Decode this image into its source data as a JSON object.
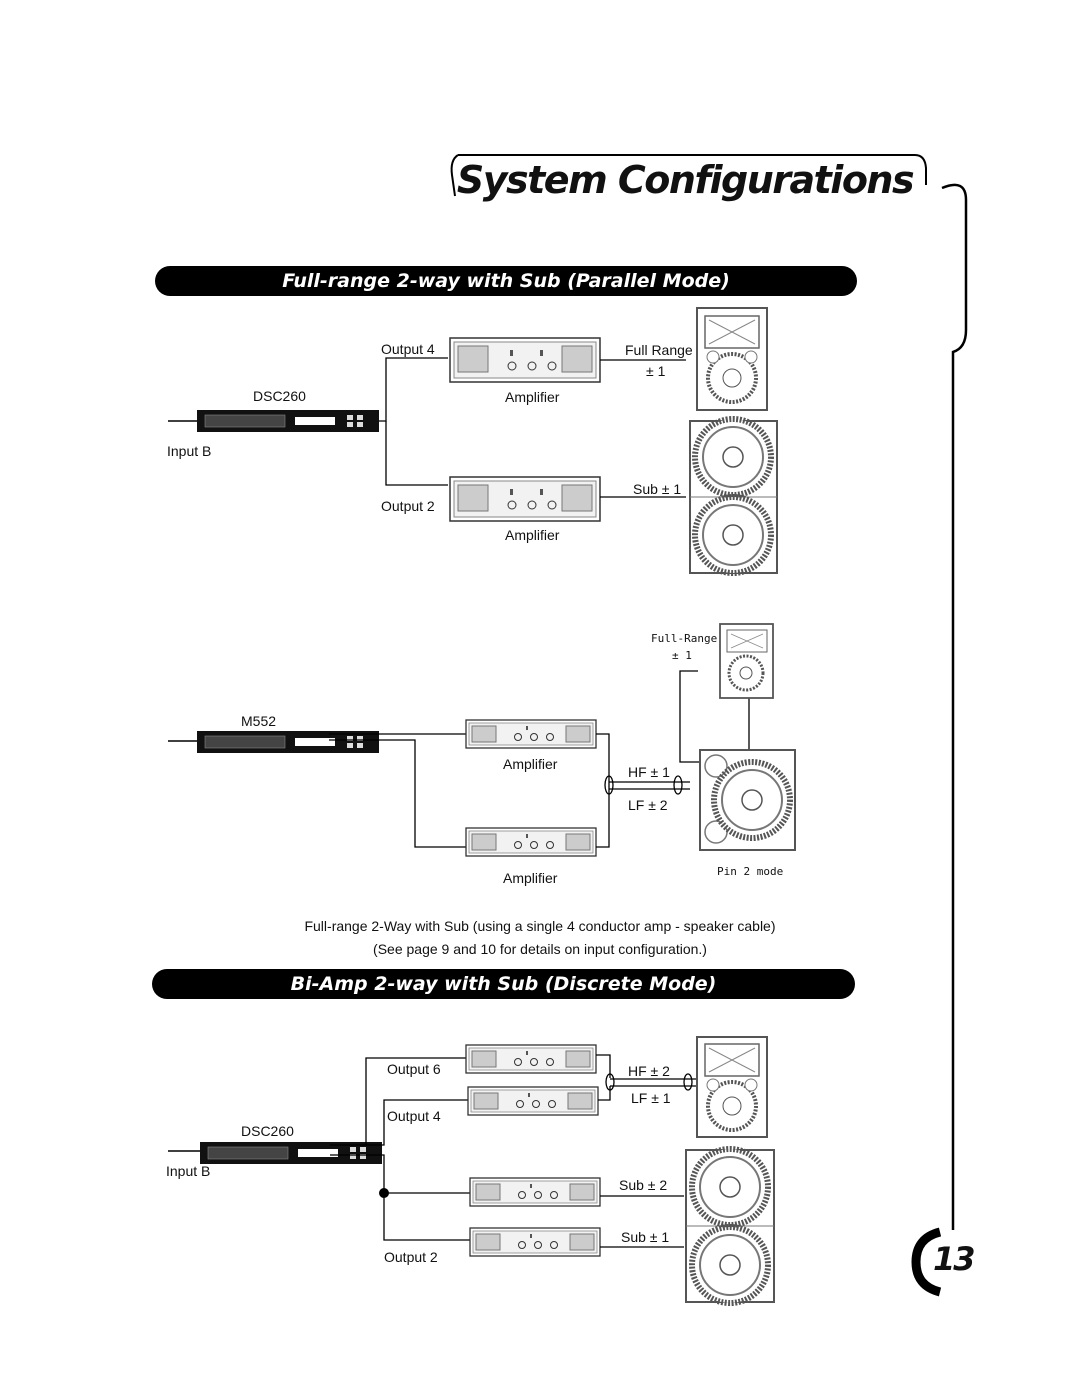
{
  "page": {
    "title": "System Configurations",
    "page_number": "13"
  },
  "section1": {
    "heading": "Full-range 2-way with Sub (Parallel Mode)",
    "dsc_label": "DSC260",
    "input_label": "Input B",
    "output_top": "Output 4",
    "output_bottom": "Output 2",
    "amp_label_top": "Amplifier",
    "amp_label_bottom": "Amplifier",
    "fullrange_label": "Full Range",
    "fullrange_pin": "± 1",
    "sub_label": "Sub ± 1"
  },
  "section2": {
    "m552_label": "M552",
    "amp_label_top": "Amplifier",
    "amp_label_bottom": "Amplifier",
    "fullrange_label": "Full-Range",
    "fullrange_pin": "± 1",
    "hf_label": "HF ± 1",
    "lf_label": "LF ± 2",
    "pin_mode": "Pin 2 mode",
    "caption_line1": "Full-range 2-Way with Sub (using a single 4 conductor amp - speaker cable)",
    "caption_line2": "(See page 9 and 10 for details on input configuration.)"
  },
  "section3": {
    "heading": "Bi-Amp 2-way with Sub (Discrete Mode)",
    "dsc_label": "DSC260",
    "input_label": "Input B",
    "output6": "Output 6",
    "output4": "Output 4",
    "output2": "Output 2",
    "hf_label": "HF ± 2",
    "lf_label": "LF ± 1",
    "sub2_label": "Sub ± 2",
    "sub1_label": "Sub ± 1"
  }
}
